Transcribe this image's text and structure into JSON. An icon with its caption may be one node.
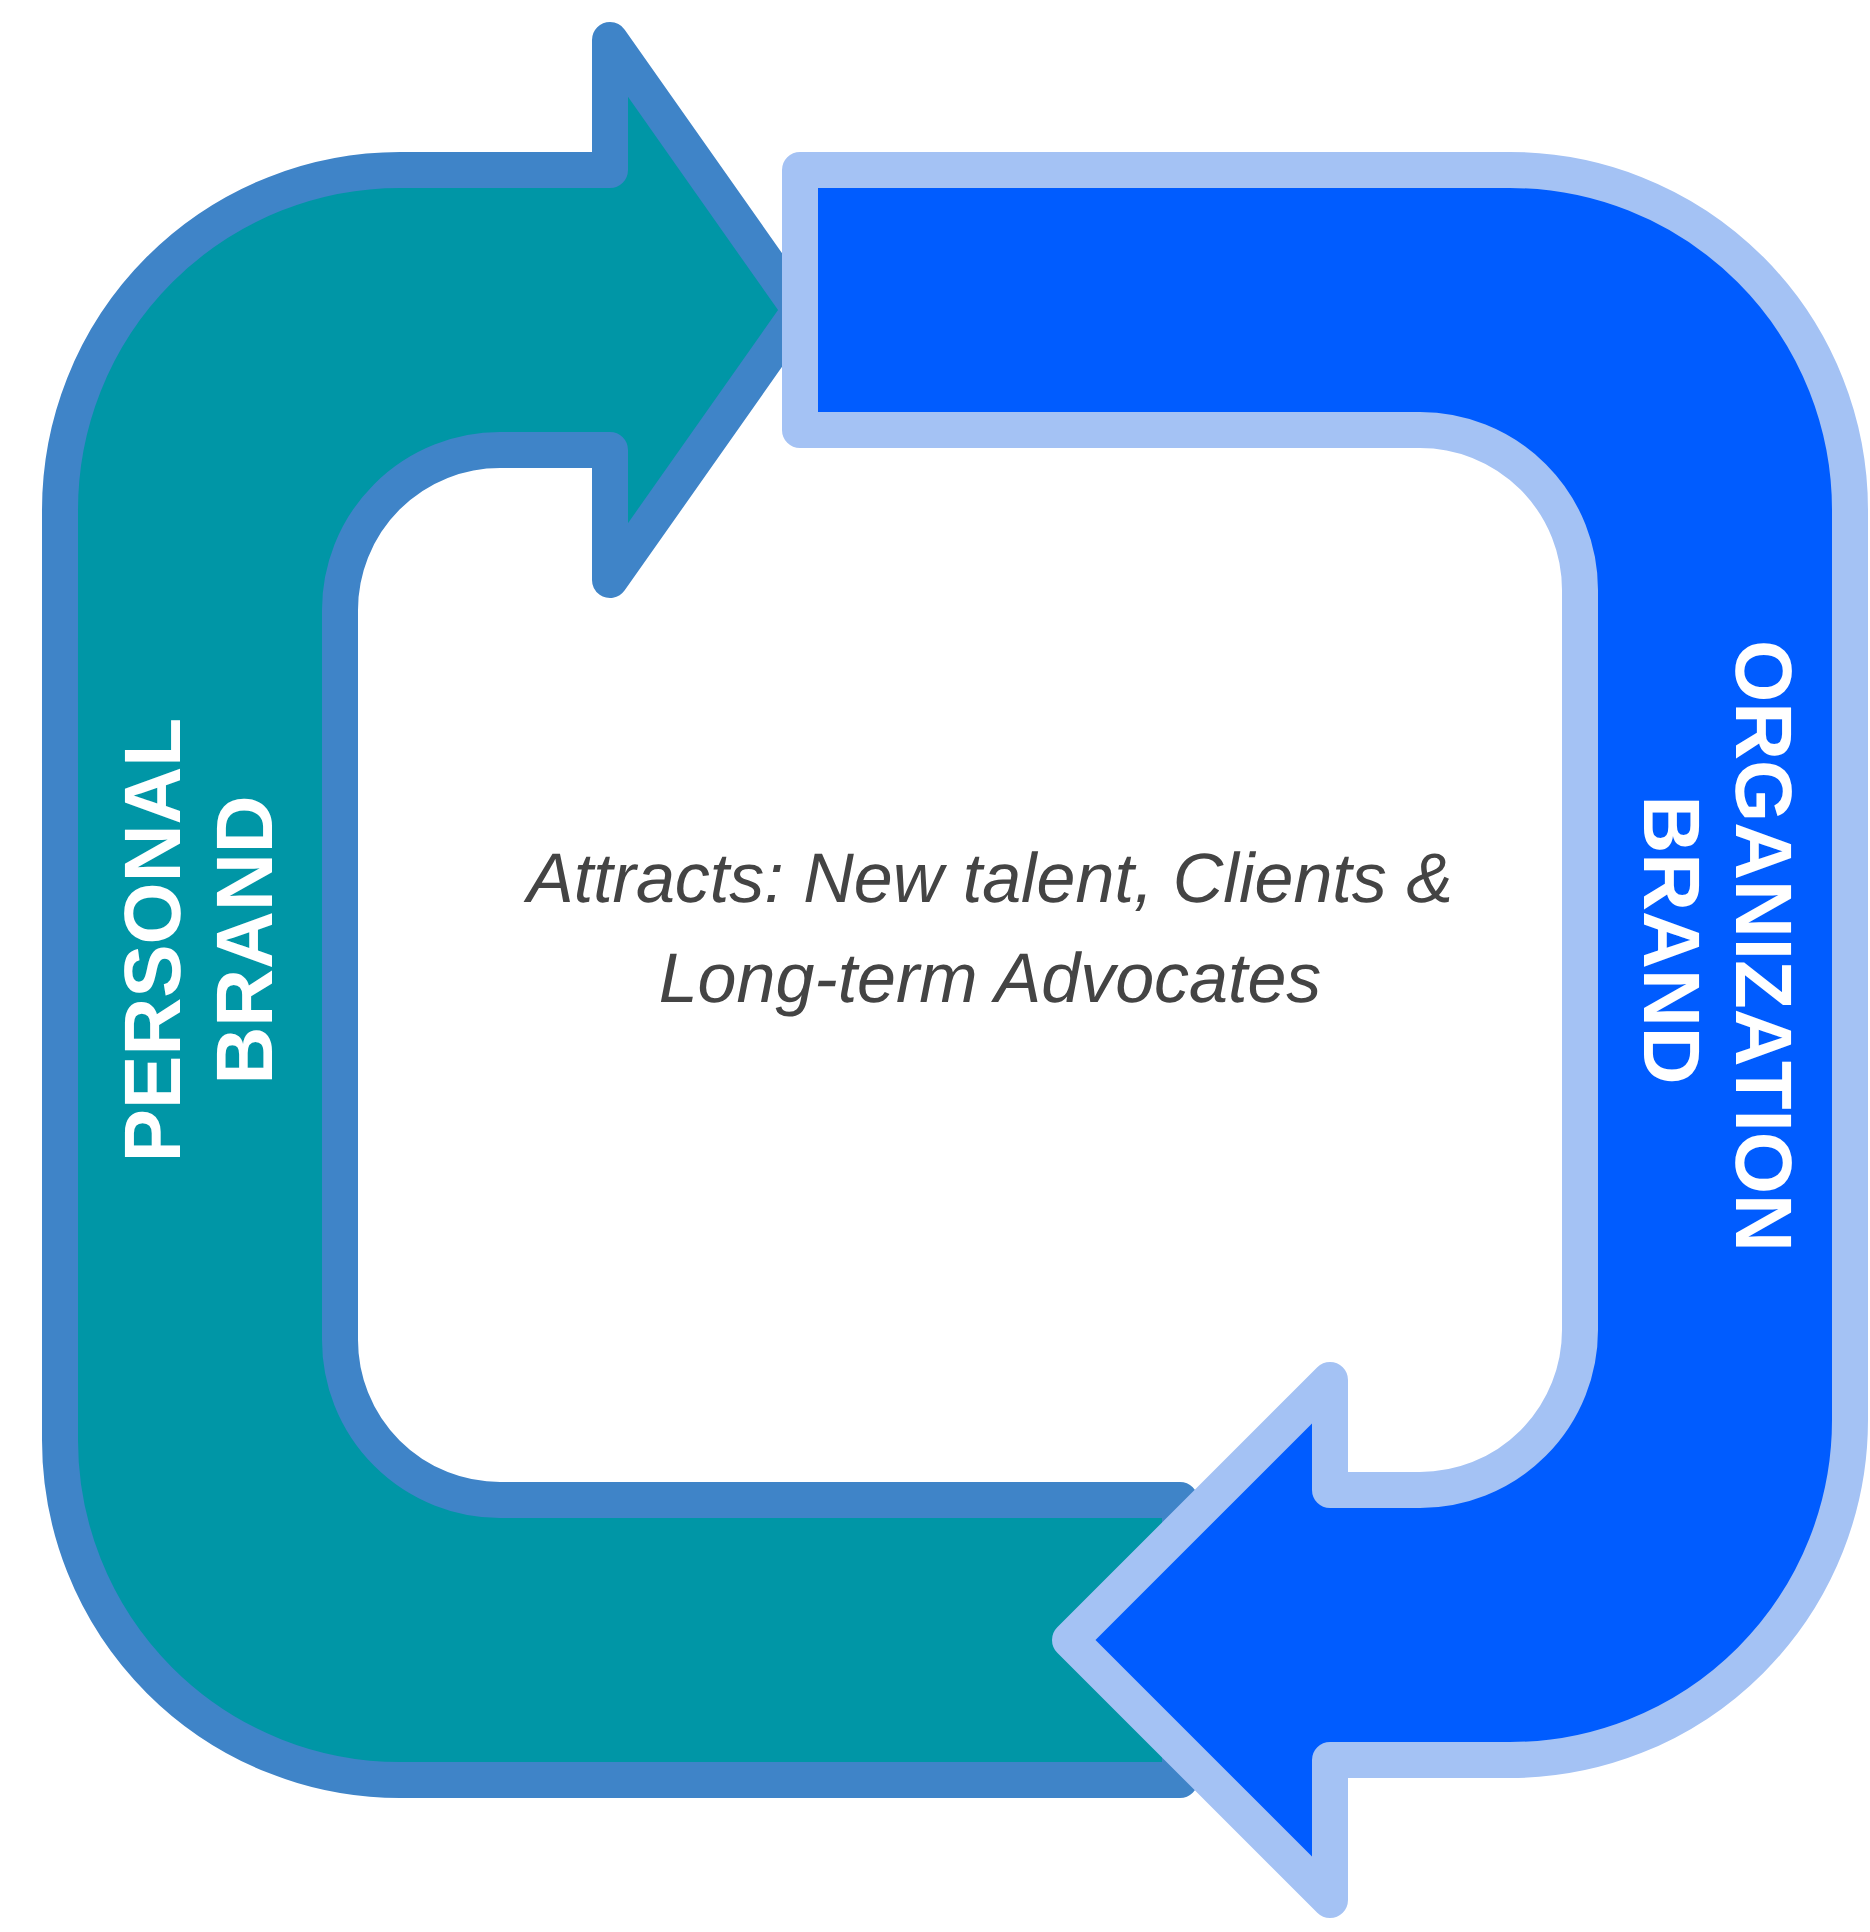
{
  "diagram": {
    "nodes": [
      {
        "text": [
          "PERSONAL BRAND"
        ]
      },
      {
        "text": [
          "ORGANIZATION BRAND"
        ]
      }
    ],
    "labels": [
      "Attracts: New talent, Clients & Long-term Advocates"
    ]
  }
}
